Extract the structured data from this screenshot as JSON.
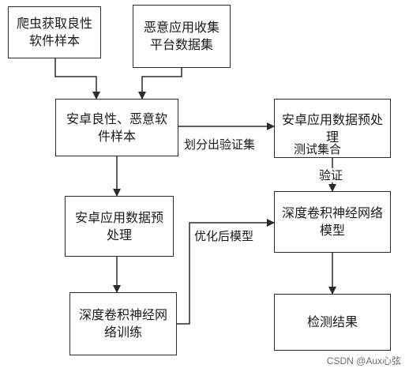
{
  "nodes": {
    "crawler": "爬虫获取良性软件样本",
    "platform": "恶意应用收集平台数据集",
    "samples": "安卓良性、恶意软件样本",
    "preprocess_left": "安卓应用数据预处理",
    "train": "深度卷积神经网络训练",
    "preprocess_right": "安卓应用数据预处理",
    "model": "深度卷积神经网络模型",
    "result": "检测结果"
  },
  "edge_labels": {
    "split": "划分出验证集",
    "test_set": "测试集合",
    "verify": "验证",
    "optimized": "优化后模型"
  },
  "watermark": "CSDN @Aux心弦"
}
